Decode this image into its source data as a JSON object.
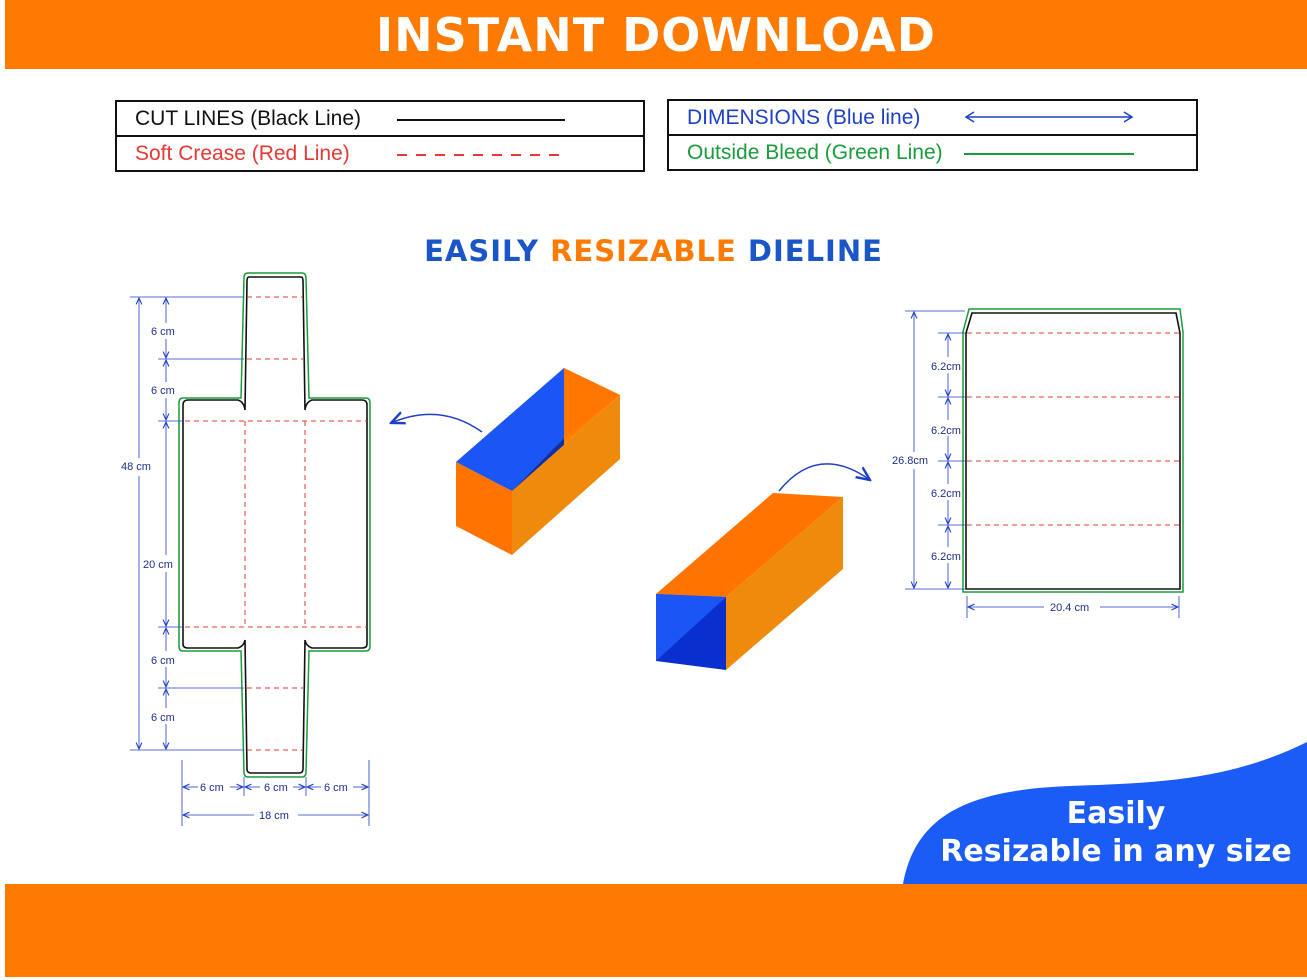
{
  "banner": {
    "title": "INSTANT DOWNLOAD"
  },
  "legend": {
    "cut_lines": "CUT LINES (Black Line)",
    "soft_crease": "Soft Crease (Red Line)",
    "dimensions": "DIMENSIONS (Blue line)",
    "outside_bleed": "Outside Bleed (Green Line)"
  },
  "headline": {
    "part1": "EASILY",
    "part2": "RESIZABLE",
    "part3": "DIELINE"
  },
  "left_dieline": {
    "dims": {
      "h1": "6 cm",
      "h2": "6 cm",
      "total": "48 cm",
      "body": "20 cm",
      "h3": "6 cm",
      "h4": "6 cm",
      "w1": "6 cm",
      "w2": "6 cm",
      "w3": "6 cm",
      "width_total": "18 cm"
    }
  },
  "right_dieline": {
    "dims": {
      "p1": "6.2cm",
      "p2": "6.2cm",
      "p3": "6.2cm",
      "p4": "6.2cm",
      "total": "26.8cm",
      "width": "20.4 cm"
    }
  },
  "badge": {
    "line1": "Easily",
    "line2": "Resizable in any size"
  },
  "colors": {
    "orange": "#ff7a00",
    "blue": "#1a56f5",
    "cut": "#111111",
    "crease": "#e53935",
    "dimension": "#1f3fc8",
    "bleed": "#1a9b3c"
  }
}
